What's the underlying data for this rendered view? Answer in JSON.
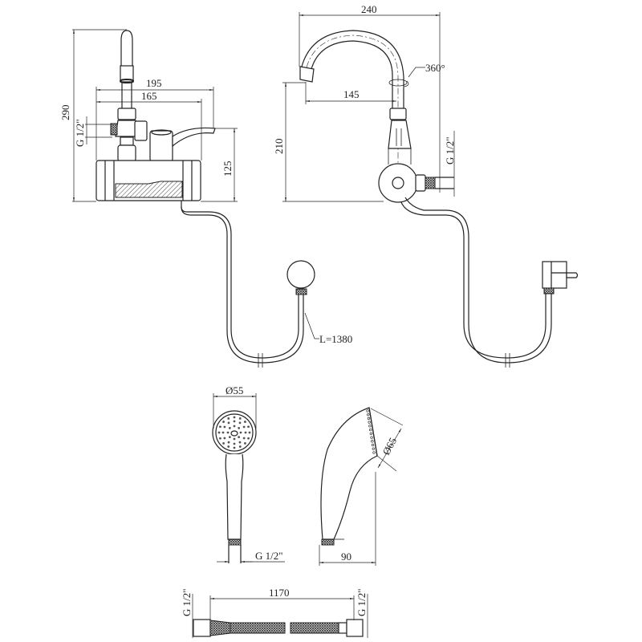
{
  "drawing": {
    "front_view": {
      "dim_total_height": "290",
      "dim_width_outer": "195",
      "dim_width_inner": "165",
      "dim_body_height": "125",
      "thread_label": "G 1/2\""
    },
    "side_view": {
      "dim_spout_height": "240",
      "dim_reach": "145",
      "dim_height": "210",
      "rotation_label": "360°",
      "thread_label": "G 1/2\""
    },
    "cable": {
      "length_label": "L=1380"
    },
    "hand_shower": {
      "face_diameter": "Ø55",
      "head_diameter": "Ø65",
      "thread_label": "G 1/2\"",
      "depth": "90"
    },
    "hose": {
      "length": "1170",
      "thread_left": "G 1/2\"",
      "thread_right": "G 1/2\""
    }
  },
  "colors": {
    "line": "#222222",
    "background": "#ffffff"
  }
}
